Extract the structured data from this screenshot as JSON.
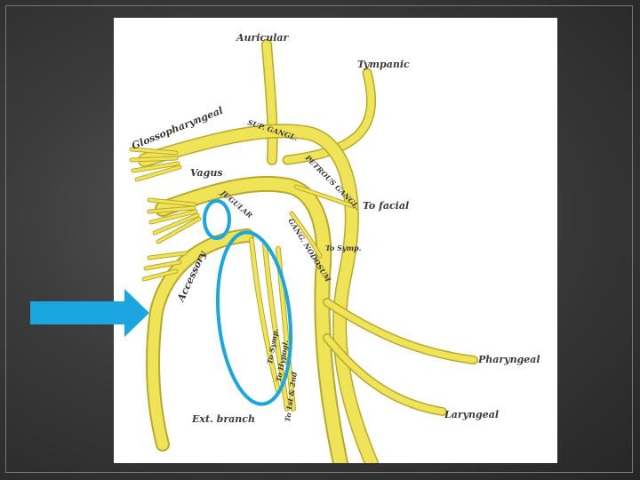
{
  "labels": {
    "auricular": "Auricular",
    "tympanic": "Tympanic",
    "glossopharyngeal": "Glossopharyngeal",
    "sup_gangl": "SUP. GANGL.",
    "petrous_gangl": "PETROUS GANGL.",
    "vagus": "Vagus",
    "jugular": "JUGULAR",
    "to_facial": "To facial",
    "gang_nodosum": "GANG. NODOSUM",
    "to_symp_upper": "To Symp.",
    "accessory": "Accessory",
    "to_symp_lower": "To Symp.",
    "to_hypogl": "To Hypogl.",
    "to_1st_2nd": "To 1st & 2nd",
    "pharyngeal": "Pharyngeal",
    "laryngeal": "Laryngeal",
    "ext_branch": "Ext. branch"
  },
  "annotations": {
    "small_circle_color": "#1aa7e0",
    "large_ellipse_color": "#1aa7e0",
    "arrow_color": "#1aa7e0"
  }
}
